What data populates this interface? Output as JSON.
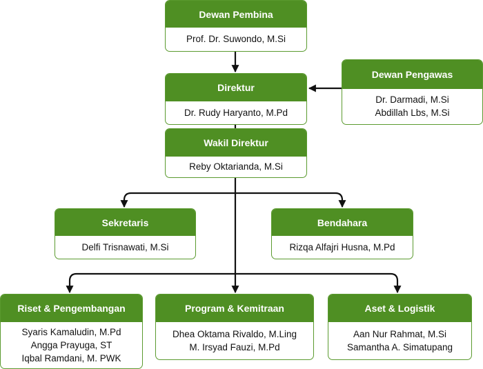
{
  "nodes": {
    "dewan_pembina": {
      "title": "Dewan Pembina",
      "members": [
        "Prof. Dr. Suwondo, M.Si"
      ]
    },
    "direktur": {
      "title": "Direktur",
      "members": [
        "Dr. Rudy Haryanto, M.Pd"
      ]
    },
    "dewan_pengawas": {
      "title": "Dewan Pengawas",
      "members": [
        "Dr. Darmadi, M.Si",
        "Abdillah Lbs, M.Si"
      ]
    },
    "wakil_direktur": {
      "title": "Wakil Direktur",
      "members": [
        "Reby Oktarianda, M.Si"
      ]
    },
    "sekretaris": {
      "title": "Sekretaris",
      "members": [
        "Delfi Trisnawati, M.Si"
      ]
    },
    "bendahara": {
      "title": "Bendahara",
      "members": [
        "Rizqa Alfajri Husna, M.Pd"
      ]
    },
    "riset": {
      "title": "Riset & Pengembangan",
      "members": [
        "Syaris Kamaludin, M.Pd",
        "Angga Prayuga, ST",
        "Iqbal Ramdani, M. PWK"
      ]
    },
    "program": {
      "title": "Program & Kemitraan",
      "members": [
        "Dhea Oktama Rivaldo, M.Ling",
        "M. Irsyad Fauzi, M.Pd"
      ]
    },
    "aset": {
      "title": "Aset & Logistik",
      "members": [
        "Aan Nur Rahmat, M.Si",
        "Samantha A. Simatupang"
      ]
    }
  },
  "colors": {
    "header": "#4f8f23",
    "border": "#5a9a2e",
    "line": "#111111"
  }
}
